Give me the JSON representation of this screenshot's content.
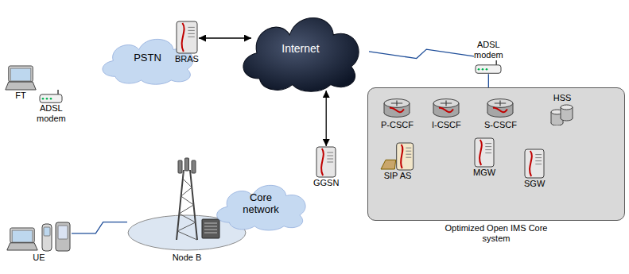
{
  "diagram": {
    "nodes": [
      {
        "text": [
          "PSTN"
        ]
      },
      {
        "text": [
          "FT"
        ]
      },
      {
        "text": [
          "ADSL modem"
        ]
      },
      {
        "text": [
          "BRAS"
        ]
      },
      {
        "text": [
          "Internet"
        ]
      },
      {
        "text": [
          "ADSL modem"
        ]
      },
      {
        "text": [
          "Optimized Open IMS Core system"
        ]
      },
      {
        "text": [
          "P-CSCF"
        ],
        "in": 6
      },
      {
        "text": [
          "I-CSCF"
        ],
        "in": 6
      },
      {
        "text": [
          "S-CSCF"
        ],
        "in": 6
      },
      {
        "text": [
          "HSS"
        ],
        "in": 6
      },
      {
        "text": [
          "SIP AS"
        ],
        "in": 6
      },
      {
        "text": [
          "MGW"
        ],
        "in": 6
      },
      {
        "text": [
          "SGW"
        ],
        "in": 6
      },
      {
        "text": [
          "UE"
        ]
      },
      {
        "text": [
          "Node B"
        ]
      },
      {
        "text": [
          "Core network"
        ]
      },
      {
        "text": [
          "GGSN"
        ]
      }
    ],
    "edges": [
      {
        "from": 3,
        "to": 4,
        "arrow": "both"
      },
      {
        "from": 17,
        "to": 4,
        "arrow": "both"
      },
      {
        "from": 4,
        "to": 5,
        "arrow": "none"
      },
      {
        "from": 5,
        "to": 6,
        "arrow": "none"
      },
      {
        "from": 14,
        "to": 15,
        "arrow": "none"
      }
    ]
  }
}
